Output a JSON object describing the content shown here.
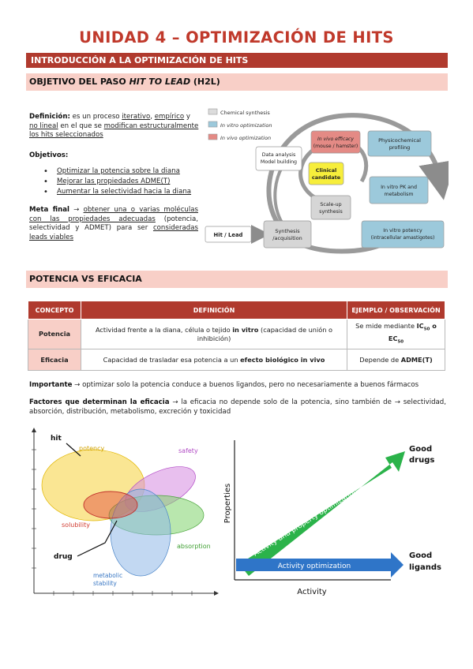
{
  "page": {
    "title": "UNIDAD 4 – OPTIMIZACIÓN DE HITS",
    "section1": "INTRODUCCIÓN A LA OPTIMIZACIÓN DE HITS",
    "subsection1": {
      "prefix": "OBJETIVO DEL PASO ",
      "italic": "HIT TO LEAD",
      "suffix": " (H2L)"
    },
    "subsection2": "POTENCIA VS EFICACIA"
  },
  "definicion": {
    "label": "Definición:",
    "t1": " es un proceso ",
    "u1": "iterativo",
    "t2": ", ",
    "u2": "empírico",
    "t3": " y ",
    "u3": "no lineal",
    "t4": " en el que se ",
    "u4": "modifican estructuralmente los hits seleccionados"
  },
  "objetivos": {
    "label": "Objetivos:",
    "items": [
      "Optimizar la potencia sobre la diana",
      "Mejorar las propiedades ADME(T)",
      "Aumentar la selectividad hacia la diana"
    ]
  },
  "meta": {
    "label": "Meta final",
    "arrow": " → ",
    "u1": "obtener una o varias moléculas con las propiedades adecuadas",
    "t1": " (potencia, selectividad y ADMET) para ser ",
    "u2": "consideradas leads viables"
  },
  "cycle": {
    "legend": [
      "Chemical synthesis",
      "In vitro optimization",
      "In vivo optimization"
    ],
    "legend_colors": [
      "#dcdcdc",
      "#9cc9db",
      "#e48a85"
    ],
    "boxes": {
      "hit_lead": "Hit / Lead",
      "synthesis": [
        "Synthesis",
        "/acquisition"
      ],
      "data_analysis": [
        "Data analysis",
        "Model building"
      ],
      "in_vivo": [
        "In vivo efficacy",
        "(mouse / hamster)"
      ],
      "clinical": [
        "Clinical",
        "candidate"
      ],
      "physico": [
        "Physicochemical",
        "profiling"
      ],
      "pk": [
        "In vitro PK and",
        "metabolism"
      ],
      "scaleup": [
        "Scale-up",
        "synthesis"
      ],
      "potency": [
        "In vitro potency",
        "(intracellular amastigotes)"
      ]
    }
  },
  "table": {
    "headers": [
      "CONCEPTO",
      "DEFINICIÓN",
      "EJEMPLO / OBSERVACIÓN"
    ],
    "row1": {
      "concept": "Potencia",
      "def_a": "Actividad frente a la diana, célula o tejido ",
      "def_b": "in vitro",
      "def_c": " (capacidad de unión o inhibición)",
      "obs_a": "Se mide mediante ",
      "ic": "IC",
      "sub": "50",
      "or": " o",
      "ec": "EC",
      "sub2": "50"
    },
    "row2": {
      "concept": "Eficacia",
      "def_a": "Capacidad de trasladar esa potencia a un ",
      "def_b": "efecto biológico in vivo",
      "obs_a": "Depende de ",
      "obs_b": "ADME(T)"
    }
  },
  "importante": {
    "label": "Importante",
    "arrow": " → ",
    "text": "optimizar solo la potencia conduce a buenos ligandos, pero no necesariamente a buenos fármacos"
  },
  "factores": {
    "label": "Factores que determinan la eficacia",
    "text": " → la eficacia no depende solo de la potencia, sino también de → selectividad, absorción, distribución, metabolismo, excreción y toxicidad"
  },
  "venn": {
    "hit": "hit",
    "potency": "potency",
    "safety": "safety",
    "solubility": "solubility",
    "drug": "drug",
    "absorption": "absorption",
    "metabolic": [
      "metabolic",
      "stability"
    ],
    "colors": {
      "potency": "#f5d13a",
      "safety": "#d58be0",
      "solubility": "#e2453b",
      "absorption": "#7fd46b",
      "metabolic": "#8fb8e8"
    }
  },
  "chart": {
    "ylabel": "Properties",
    "xlabel": "Activity",
    "green_label": "Activity and property optimization",
    "blue_label": "Activity optimization",
    "good_drugs": [
      "Good",
      "drugs"
    ],
    "good_ligands": [
      "Good",
      "ligands"
    ],
    "green": "#2bb34a",
    "blue": "#2f75c8"
  }
}
